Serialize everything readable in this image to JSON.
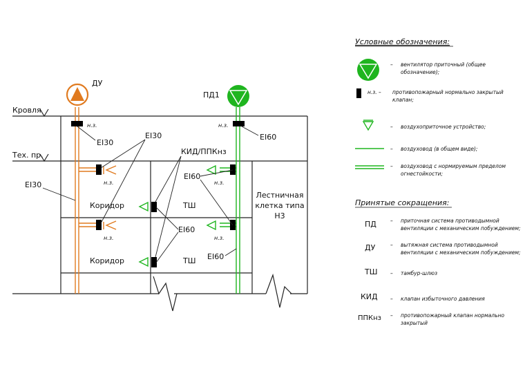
{
  "labels": {
    "du": "ДУ",
    "pd1": "ПД1",
    "roof": "Кровля",
    "tech_floor": "Тех. пр.",
    "nz": "н.з.",
    "ei30": "EI30",
    "ei60": "EI60",
    "kid_ppk": "КИД/ППКнз",
    "corridor": "Коридор",
    "tsh": "ТШ",
    "stair_line1": "Лестничная",
    "stair_line2": "клетка типа",
    "stair_line3": "Н3"
  },
  "legend": {
    "title": "Условные обозначения:",
    "fan_line1": "вентилятор приточный (общее",
    "fan_line2": "обозначение);",
    "valve_code": "н.з. –",
    "valve_line1": "противопожарный нормально закрытый",
    "valve_line2": "клапан;",
    "air_device": "воздухоприточное устройство;",
    "duct": "воздуховод (в общем виде);",
    "duct_fr_line1": "воздуховод с нормируемым пределом",
    "duct_fr_line2": "огнестойкости;",
    "dash": "–"
  },
  "abbreviations": {
    "title": "Принятые сокращения:",
    "items": [
      {
        "code": "ПД",
        "line1": "приточная система противодымной",
        "line2": "вентиляции с механическим побуждением;"
      },
      {
        "code": "ДУ",
        "line1": "вытяжная система противодымной",
        "line2": "вентиляции с механическим побуждением;"
      },
      {
        "code": "ТШ",
        "line1": "тамбур-шлюз",
        "line2": ""
      },
      {
        "code": "КИД",
        "line1": "клапан избыточного давления",
        "line2": ""
      },
      {
        "code": "ППКнз",
        "line1": "противопожарный клапан нормально",
        "line2": "закрытый"
      }
    ]
  },
  "colors": {
    "exhaust": "#e07a1f",
    "supply": "#1fb51f",
    "line": "#222222",
    "valve": "#000000"
  }
}
